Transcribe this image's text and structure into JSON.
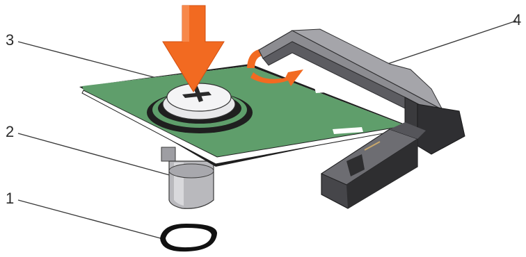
{
  "callouts": [
    {
      "id": "1",
      "label": "1"
    },
    {
      "id": "2",
      "label": "2"
    },
    {
      "id": "3",
      "label": "3"
    },
    {
      "id": "4",
      "label": "4"
    }
  ],
  "colors": {
    "board": "#5f9e6b",
    "board_edge": "#ffffff",
    "board_outline": "#1f1f1f",
    "connector": "#6d6d72",
    "connector_dark": "#2e2e30",
    "arrow": "#f26a21",
    "rotate_arrow": "#f26a21",
    "screw": "#e6e6e6",
    "standoff": "#b9b9bd"
  },
  "icons": [
    "press-down-arrow-icon",
    "rotate-arrow-icon"
  ]
}
